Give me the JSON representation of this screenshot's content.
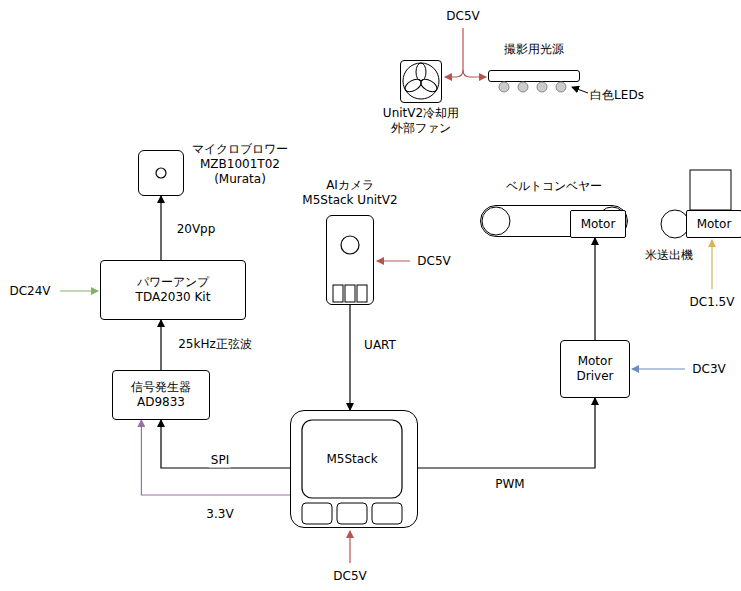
{
  "diagram": {
    "nodes": [
      {
        "text": [
          "マイクロブロワー MZB1001T02 (Murata)"
        ]
      },
      {
        "text": [
          "パワーアンプ TDA2030 Kit"
        ]
      },
      {
        "text": [
          "信号発生器 AD9833"
        ]
      },
      {
        "text": [
          "AIカメラ M5Stack UnitV2"
        ]
      },
      {
        "text": [
          "M5Stack"
        ]
      },
      {
        "text": [
          "Motor Driver"
        ]
      },
      {
        "text": [
          "ベルトコンベヤー"
        ]
      },
      {
        "text": [
          "Motor"
        ],
        "in": 6
      },
      {
        "text": [
          "米送出機"
        ]
      },
      {
        "text": [
          "Motor"
        ],
        "in": 8
      },
      {
        "text": [
          "UnitV2冷却用 外部ファン"
        ]
      },
      {
        "text": [
          "撮影用光源"
        ]
      }
    ],
    "edges": [
      {
        "from": 1,
        "to": 0,
        "arrow": "to",
        "label": "20Vpp"
      },
      {
        "from": 2,
        "to": 1,
        "arrow": "to",
        "label": "25kHz正弦波"
      },
      {
        "from": 3,
        "to": 4,
        "arrow": "to",
        "label": "UART"
      },
      {
        "from": 4,
        "to": 2,
        "arrow": "to",
        "label": "SPI"
      },
      {
        "from": 4,
        "to": 2,
        "arrow": "to",
        "label": "3.3V"
      },
      {
        "from": 4,
        "to": 5,
        "arrow": "to",
        "label": "PWM"
      },
      {
        "from": 5,
        "to": 7,
        "arrow": "to"
      }
    ],
    "labels": [
      "DC5V",
      "白色LEDs",
      "DC24V",
      "DC5V",
      "DC3V",
      "DC1.5V",
      "DC5V"
    ]
  }
}
